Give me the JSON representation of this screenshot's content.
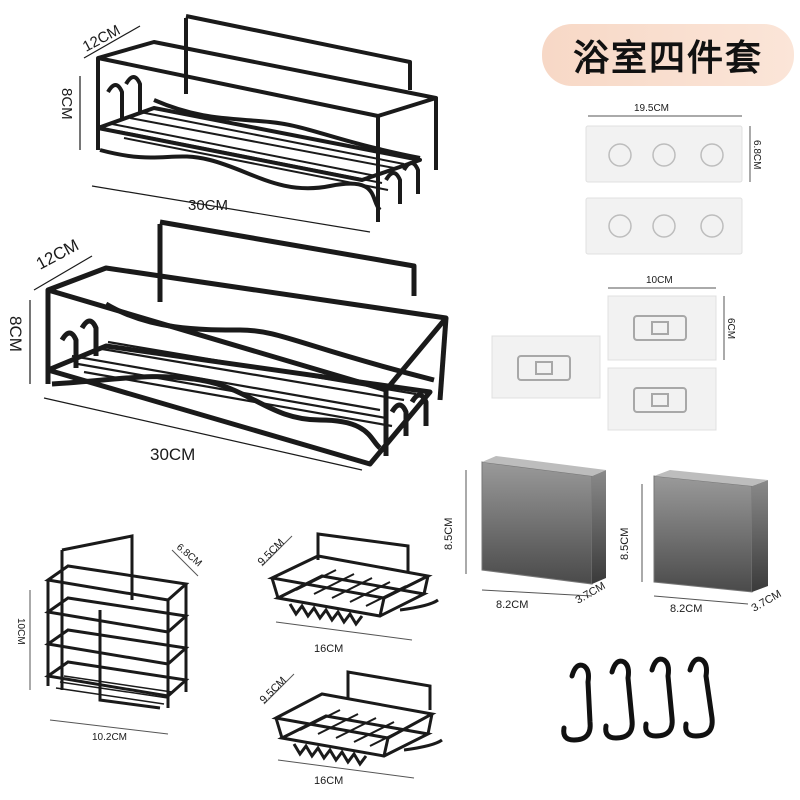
{
  "title": "浴室四件套",
  "shelf_large_1": {
    "depth": "12CM",
    "height": "8CM",
    "width": "30CM"
  },
  "shelf_large_2": {
    "depth": "12CM",
    "height": "8CM",
    "width": "30CM"
  },
  "adhesive_strip": {
    "width": "19.5CM",
    "height": "6.8CM"
  },
  "adhesive_hook_pad": {
    "width": "10CM",
    "height": "6CM"
  },
  "cup_1": {
    "height": "8.5CM",
    "width": "8.2CM",
    "depth": "3.7CM"
  },
  "cup_2": {
    "height": "8.5CM",
    "width": "8.2CM",
    "depth": "3.7CM"
  },
  "holder": {
    "depth": "6.8CM",
    "height": "10CM",
    "width": "10.2CM"
  },
  "soap_1": {
    "depth": "9.5CM",
    "width": "16CM"
  },
  "soap_2": {
    "depth": "9.5CM",
    "width": "16CM"
  },
  "colors": {
    "metal": "#1a1a1a",
    "badge": "#f9dccb",
    "cup": "#7a7a7a"
  },
  "icons": [
    "s-hook-icon"
  ]
}
